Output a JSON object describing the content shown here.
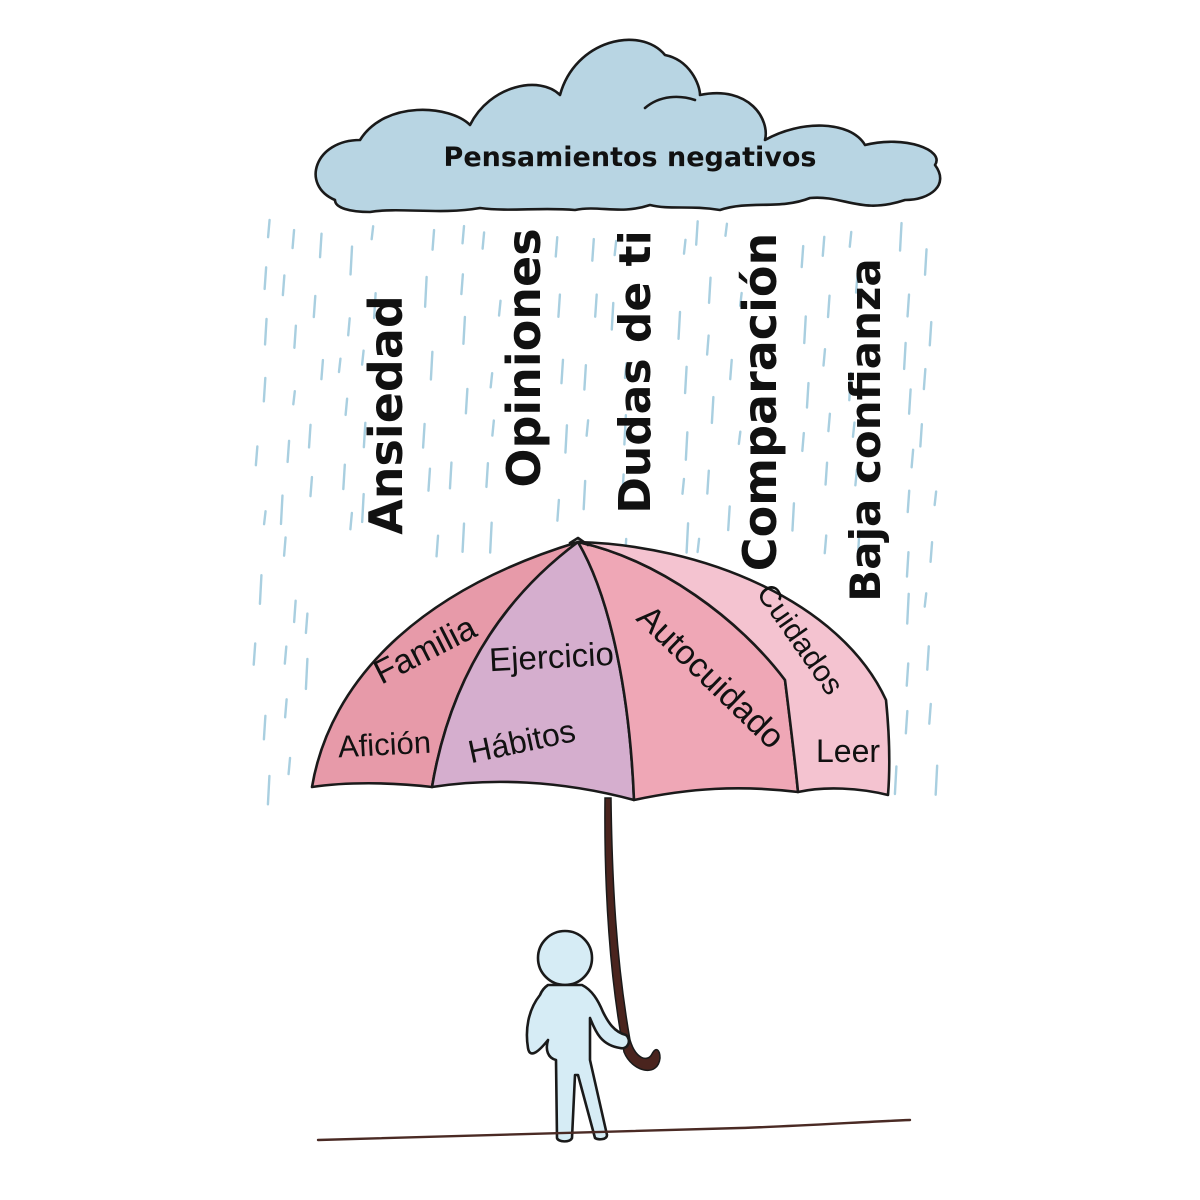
{
  "cloud": {
    "title": "Pensamientos negativos",
    "color": "#b8d5e3"
  },
  "worries": [
    "Ansiedad",
    "Opiniones",
    "Dudas de ti",
    "Comparación",
    "Baja confianza"
  ],
  "umbrella": {
    "labels": {
      "aficion": "Afición",
      "familia": "Familia",
      "ejercicio": "Ejercicio",
      "habitos": "Hábitos",
      "autocuidado": "Autocuidado",
      "cuidados": "Cuidados",
      "leer": "Leer"
    },
    "colors": {
      "rose": "#e79aa9",
      "mauve": "#d5aece",
      "pink": "#efa7b6",
      "light": "#f4c3d0",
      "handle": "#4a241e"
    }
  },
  "person": {
    "color": "#d6ecf5"
  }
}
